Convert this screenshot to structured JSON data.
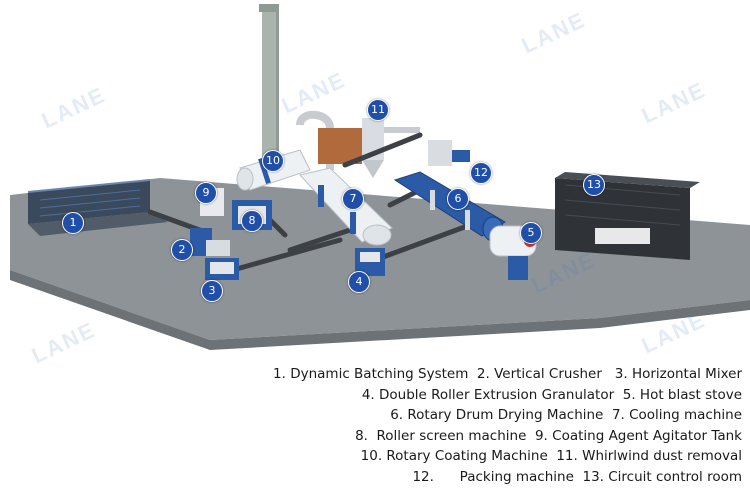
{
  "watermark": {
    "brand": "LANE"
  },
  "markers": [
    {
      "number": "1"
    },
    {
      "number": "2"
    },
    {
      "number": "3"
    },
    {
      "number": "4"
    },
    {
      "number": "5"
    },
    {
      "number": "6"
    },
    {
      "number": "7"
    },
    {
      "number": "8"
    },
    {
      "number": "9"
    },
    {
      "number": "10"
    },
    {
      "number": "11"
    },
    {
      "number": "12"
    },
    {
      "number": "13"
    }
  ],
  "legend": {
    "lines": [
      "1. Dynamic Batching System  2. Vertical Crusher   3. Horizontal Mixer",
      "4. Double Roller Extrusion Granulator  5. Hot blast stove",
      "6. Rotary Drum Drying Machine  7. Cooling machine",
      "8.  Roller screen machine  9. Coating Agent Agitator Tank",
      "10. Rotary Coating Machine  11. Whirlwind dust removal",
      "12.      Packing machine  13. Circuit control room"
    ]
  },
  "colors": {
    "floor": "#8e9398",
    "floor_edge": "#6d7277",
    "machine_blue": "#2b5aa6",
    "drum_white": "#eef1f4",
    "conveyor": "#3d4146",
    "chimney": "#a9b4ad",
    "marker": "#1f4fa8"
  }
}
